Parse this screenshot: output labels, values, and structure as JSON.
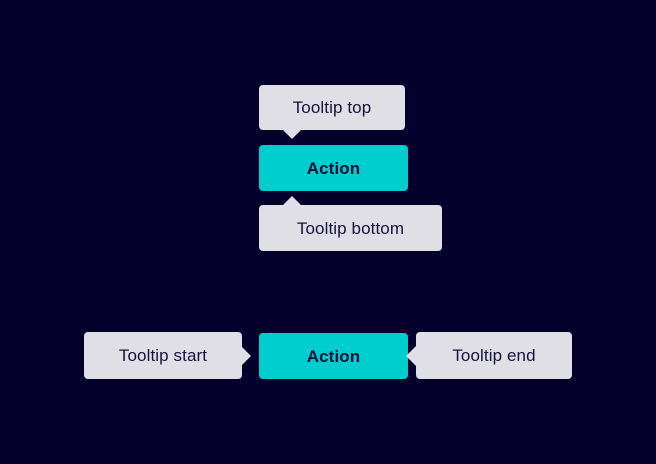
{
  "theme": {
    "background_color": "#05002b",
    "tooltip_background_color": "#e0dfe5",
    "tooltip_text_color": "#13133c",
    "action_background_color": "#00cdcd",
    "action_text_color": "#0d0d33"
  },
  "vertical_group": {
    "tooltip_top": {
      "label": "Tooltip top",
      "placement": "top"
    },
    "action": {
      "label": "Action"
    },
    "tooltip_bottom": {
      "label": "Tooltip bottom",
      "placement": "bottom"
    }
  },
  "horizontal_group": {
    "tooltip_start": {
      "label": "Tooltip start",
      "placement": "start"
    },
    "action": {
      "label": "Action"
    },
    "tooltip_end": {
      "label": "Tooltip end",
      "placement": "end"
    }
  }
}
